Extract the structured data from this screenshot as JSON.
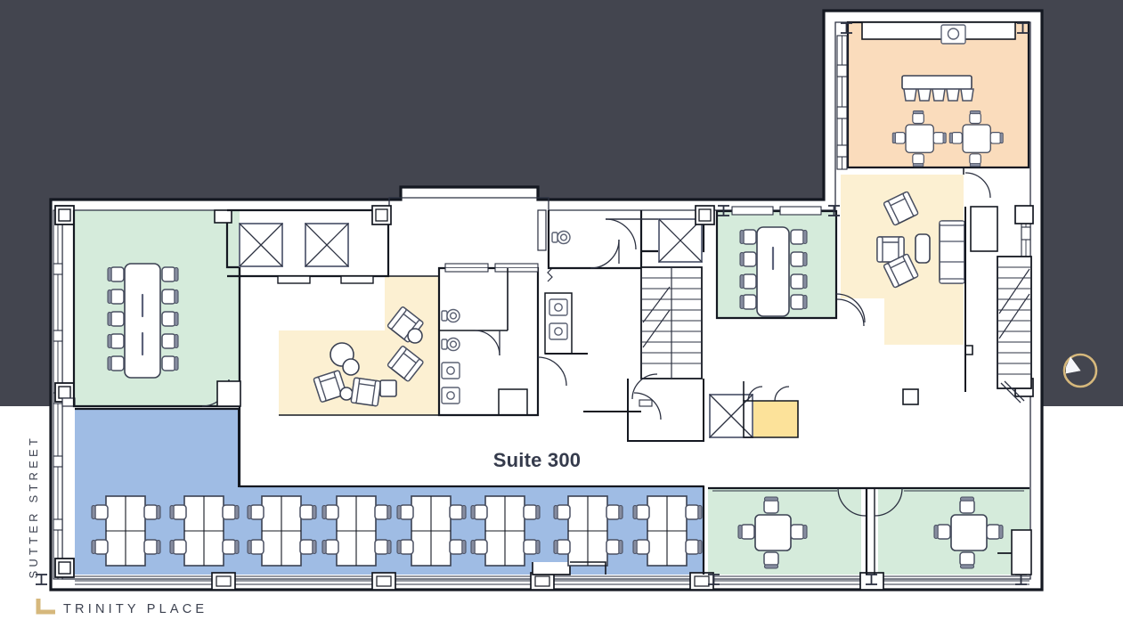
{
  "plan": {
    "title": "Suite 300",
    "street_left": "SUTTER STREET",
    "street_bottom": "TRINITY PLACE",
    "compass_icon": "compass-rose-icon",
    "corner_icon": "corner-marker-icon"
  },
  "colors": {
    "background": "#43454F",
    "floor": "#FFFFFF",
    "wall": "#141821",
    "wall_light": "#55586A",
    "green_room": "#D5EBDB",
    "blue_room": "#9FBCE4",
    "peach_room": "#FADCBC",
    "cream_room": "#FCF0D2",
    "yellow_room": "#FCE29A",
    "text": "#3d4250",
    "accent_gold": "#D6B87C"
  },
  "rooms": [
    {
      "name": "conference-room-northwest",
      "fill": "green_room",
      "seats": 10,
      "label": ""
    },
    {
      "name": "lounge-area-center",
      "fill": "cream_room",
      "seats": 4,
      "label": ""
    },
    {
      "name": "break-room-northeast",
      "fill": "peach_room",
      "seats": 13,
      "label": ""
    },
    {
      "name": "lounge-area-east",
      "fill": "cream_room",
      "seats": 4,
      "label": ""
    },
    {
      "name": "conference-room-east",
      "fill": "green_room",
      "seats": 8,
      "label": ""
    },
    {
      "name": "pantry-nook",
      "fill": "yellow_room",
      "seats": 0,
      "label": ""
    },
    {
      "name": "open-workspace-south",
      "fill": "blue_room",
      "seats": 32,
      "label": ""
    },
    {
      "name": "meeting-room-southeast-1",
      "fill": "green_room",
      "seats": 4,
      "label": ""
    },
    {
      "name": "meeting-room-southeast-2",
      "fill": "green_room",
      "seats": 4,
      "label": ""
    }
  ],
  "furniture": {
    "desk_clusters": 8,
    "desk_cluster_seats": 4,
    "bar_stools": 5,
    "square_tables": 4,
    "conference_tables": 2,
    "armchairs": 7,
    "sofas": 1,
    "side_tables": 4
  },
  "core": {
    "elevator_shafts": 4,
    "stair_runs": 3,
    "restroom_fixtures": 8
  }
}
